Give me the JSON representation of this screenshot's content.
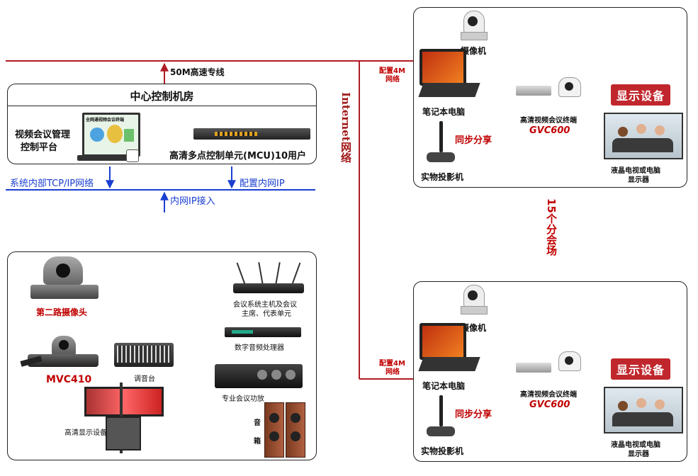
{
  "top": {
    "link_label": "50M高速专线"
  },
  "central": {
    "title": "中心控制机房",
    "mgmt_label_1": "视频会议管理",
    "mgmt_label_2": "控制平台",
    "mcu_label": "高清多点控制单元(MCU)10用户",
    "screen_title": "全网通视频会议终端",
    "lan_label": "系统内部TCP/IP网络",
    "ip_config_label": "配置内网IP",
    "ip_access_label": "内网IP接入"
  },
  "internet": {
    "label": "Internet网络",
    "venues_label": "15个分会场"
  },
  "branches": [
    {
      "config_1": "配置4M",
      "config_2": "网络",
      "camera": "摄像机",
      "laptop": "笔记本电脑",
      "share": "同步分享",
      "visualizer": "实物投影机",
      "terminal": "高清视频会议终端",
      "model": "GVC600",
      "display_badge": "显示设备",
      "display_1": "液晶电视或电脑",
      "display_2": "显示器"
    },
    {
      "config_1": "配置4M",
      "config_2": "网络",
      "camera": "摄像机",
      "laptop": "笔记本电脑",
      "share": "同步分享",
      "visualizer": "实物投影机",
      "terminal": "高清视频会议终端",
      "model": "GVC600",
      "display_badge": "显示设备",
      "display_1": "液晶电视或电脑",
      "display_2": "显示器"
    }
  ],
  "main_venue": {
    "camera2": "第二路摄像头",
    "terminal": "MVC410",
    "mixer": "调音台",
    "hd_display": "高清显示设备",
    "conf_host_1": "会议系统主机及会议",
    "conf_host_2": "主席、代表单元",
    "dsp": "数字音频处理器",
    "amp": "专业会议功放",
    "speaker_1": "音",
    "speaker_2": "箱"
  },
  "colors": {
    "red_line": "#b01c24",
    "blue_line": "#1a3fd0",
    "badge": "#c0272d"
  }
}
